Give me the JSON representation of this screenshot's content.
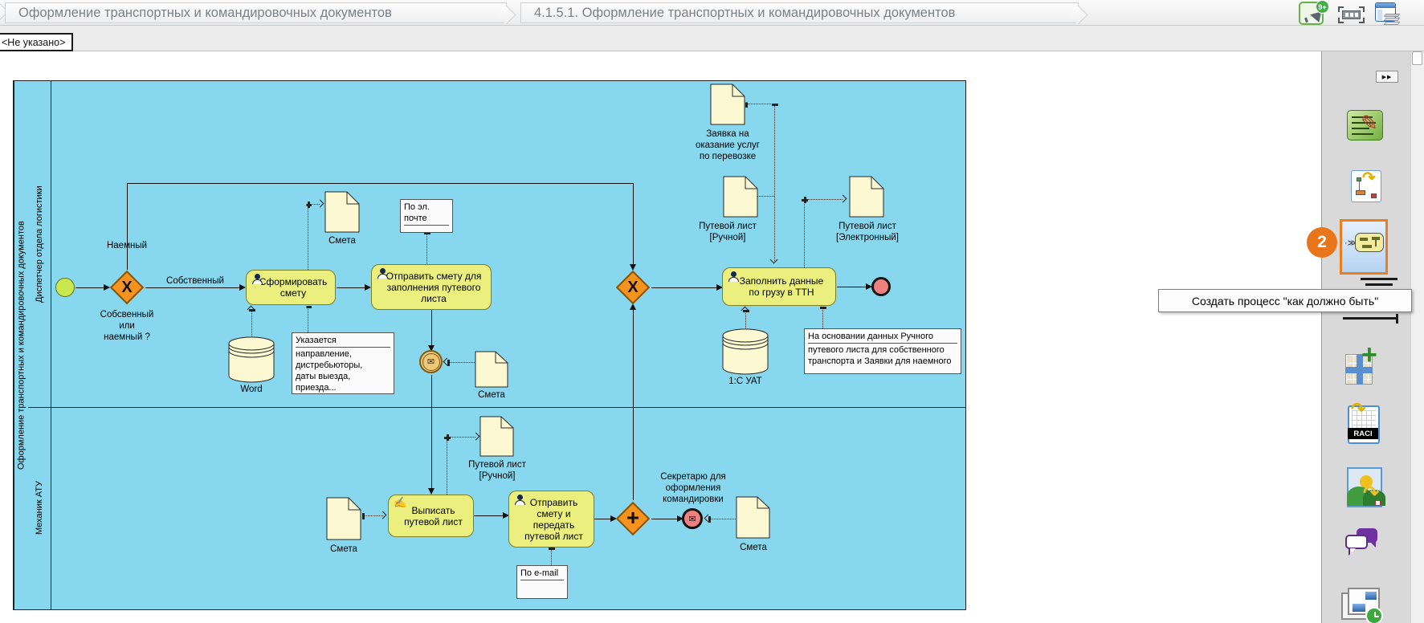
{
  "breadcrumb": {
    "items": [
      "Оформление транспортных и командировочных документов",
      "4.1.5.1. Оформление транспортных и командировочных документов"
    ]
  },
  "header_icons": {
    "announce_badge": "9+"
  },
  "tabbar": {
    "tab": "<Не указано>"
  },
  "pool": {
    "title": "Оформление транспортных и командировочных документов",
    "lane1": "Диспетчер отдела логистики",
    "lane2": "Механик АТУ"
  },
  "flows": {
    "naemny": "Наемный",
    "sobstvenny": "Собственный",
    "gateway_question": "Собсвенный\nили\nнаемный ?",
    "secretary": "Секретарю для\nоформления\nкомандировки"
  },
  "tasks": {
    "t1": "Сформировать\nсмету",
    "t2": "Отправить смету для\nзаполнения путевого\nлиста",
    "t3": "Заполнить данные\nпо грузу в ТТН",
    "t4": "Выписать\nпутевой лист",
    "t5": "Отправить\nсмету и\nпередать\nпутевой лист"
  },
  "documents": {
    "smeta": "Смета",
    "zayavka": "Заявка на\nоказание услуг\nпо перевозке",
    "putevoy_ruchnoy": "Путевой лист\n[Ручной]",
    "putevoy_electronny": "Путевой лист\n[Электронный]"
  },
  "databases": {
    "word": "Word",
    "uat": "1:С УАТ"
  },
  "notes": {
    "email_top_title": "По эл.\nпочте",
    "ukaz_title": "Указается",
    "ukaz_body": "направление,\nдистребьюторы,\nдаты выезда,\nприезда...",
    "osnovanie_title": "На основании данных Ручного",
    "osnovanie_body": "путевого листа для собственного\nтранспорта и Заявки для наемного",
    "email_bottom_title": "По e-mail"
  },
  "gateways": {
    "x_symbol": "X",
    "plus_symbol": "+"
  },
  "sidebar": {
    "collapse": "▶▶",
    "badge": "2",
    "tooltip": "Создать процесс \"как должно быть\"",
    "raci": "RACI",
    "icons": [
      "edit-diagram",
      "export-diagram",
      "create-process-as-should-be",
      "hidden-icon",
      "add-matrix",
      "raci-matrix",
      "export-image",
      "comments",
      "slideshow-history"
    ]
  },
  "colors": {
    "pool_blue": "#87d7ef",
    "task_fill": "#ebef7d",
    "gateway_orange": "#f6921e",
    "accent_orange": "#e8751a",
    "start_green": "#c8e850",
    "end_red": "#ef8080"
  }
}
